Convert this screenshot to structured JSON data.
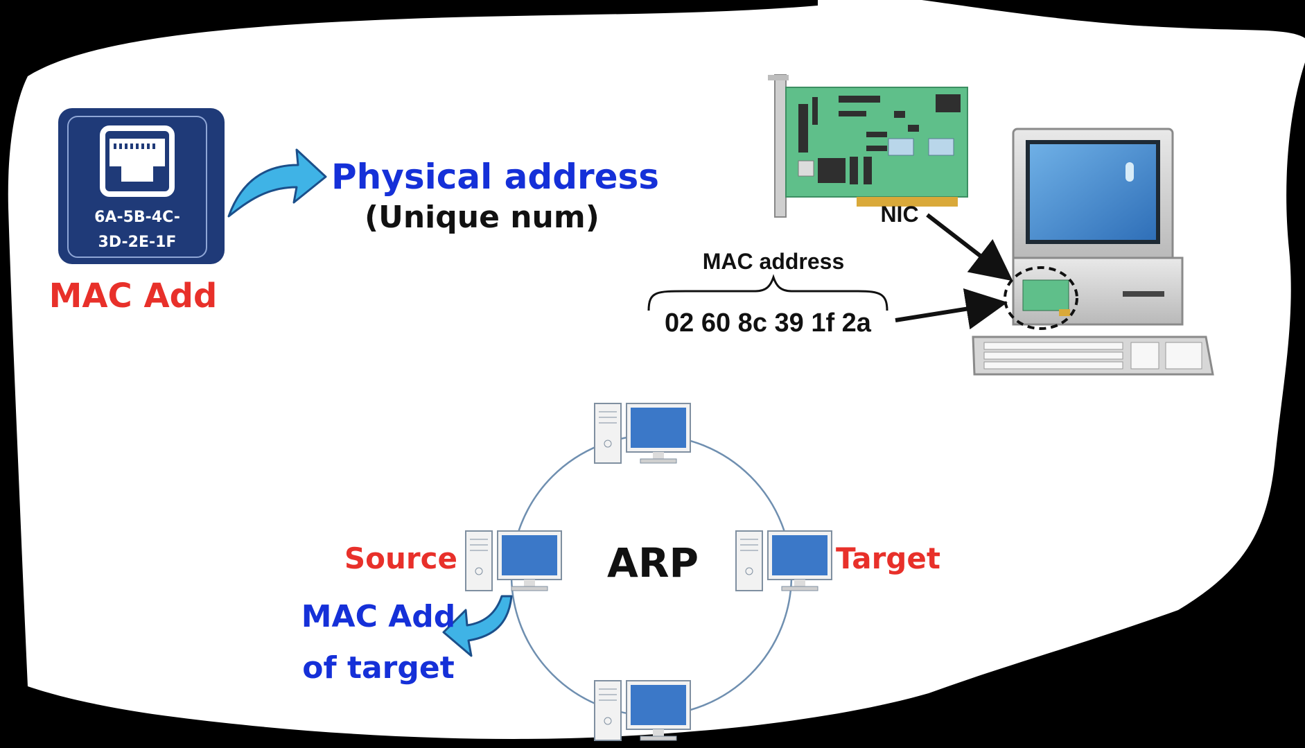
{
  "colors": {
    "paper": "#ffffff",
    "background": "#000000",
    "blue_label": "#1530d8",
    "red_label": "#e8302a",
    "black_label": "#111111",
    "badge_navy": "#1f3a78",
    "arrow_cyan": "#3fb3e6",
    "ring_line": "#6f8fb0",
    "monitor_screen": "#3b78c8",
    "nic_green": "#5fbf8a"
  },
  "mac_badge": {
    "icon": "ethernet-port-icon",
    "line1": "6A-5B-4C-",
    "line2": "3D-2E-1F",
    "caption": "MAC Add"
  },
  "physical": {
    "title": "Physical address",
    "subtitle": "(Unique num)"
  },
  "nic_diagram": {
    "nic_label": "NIC",
    "mac_label": "MAC address",
    "mac_value": "02 60 8c 39 1f 2a"
  },
  "arp": {
    "center_label": "ARP",
    "source_label": "Source",
    "target_label": "Target",
    "mac_of_target_line1": "MAC Add",
    "mac_of_target_line2": "of target"
  }
}
